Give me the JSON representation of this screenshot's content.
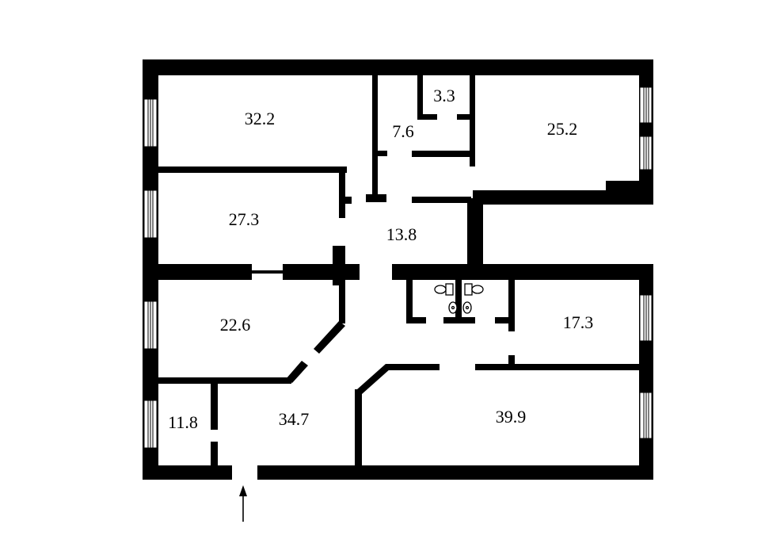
{
  "floor_plan": {
    "rooms": [
      {
        "id": "room-a",
        "area": "32.2"
      },
      {
        "id": "room-b",
        "area": "7.6"
      },
      {
        "id": "room-c",
        "area": "3.3"
      },
      {
        "id": "room-d",
        "area": "25.2"
      },
      {
        "id": "room-e",
        "area": "27.3"
      },
      {
        "id": "hall",
        "area": "13.8"
      },
      {
        "id": "room-f",
        "area": "22.6"
      },
      {
        "id": "room-g",
        "area": "17.3"
      },
      {
        "id": "room-h",
        "area": "11.8"
      },
      {
        "id": "room-i",
        "area": "34.7"
      },
      {
        "id": "room-j",
        "area": "39.9"
      }
    ],
    "entrance_marker": "arrow-up-icon",
    "colors": {
      "wall": "#000000",
      "background": "#ffffff"
    }
  }
}
